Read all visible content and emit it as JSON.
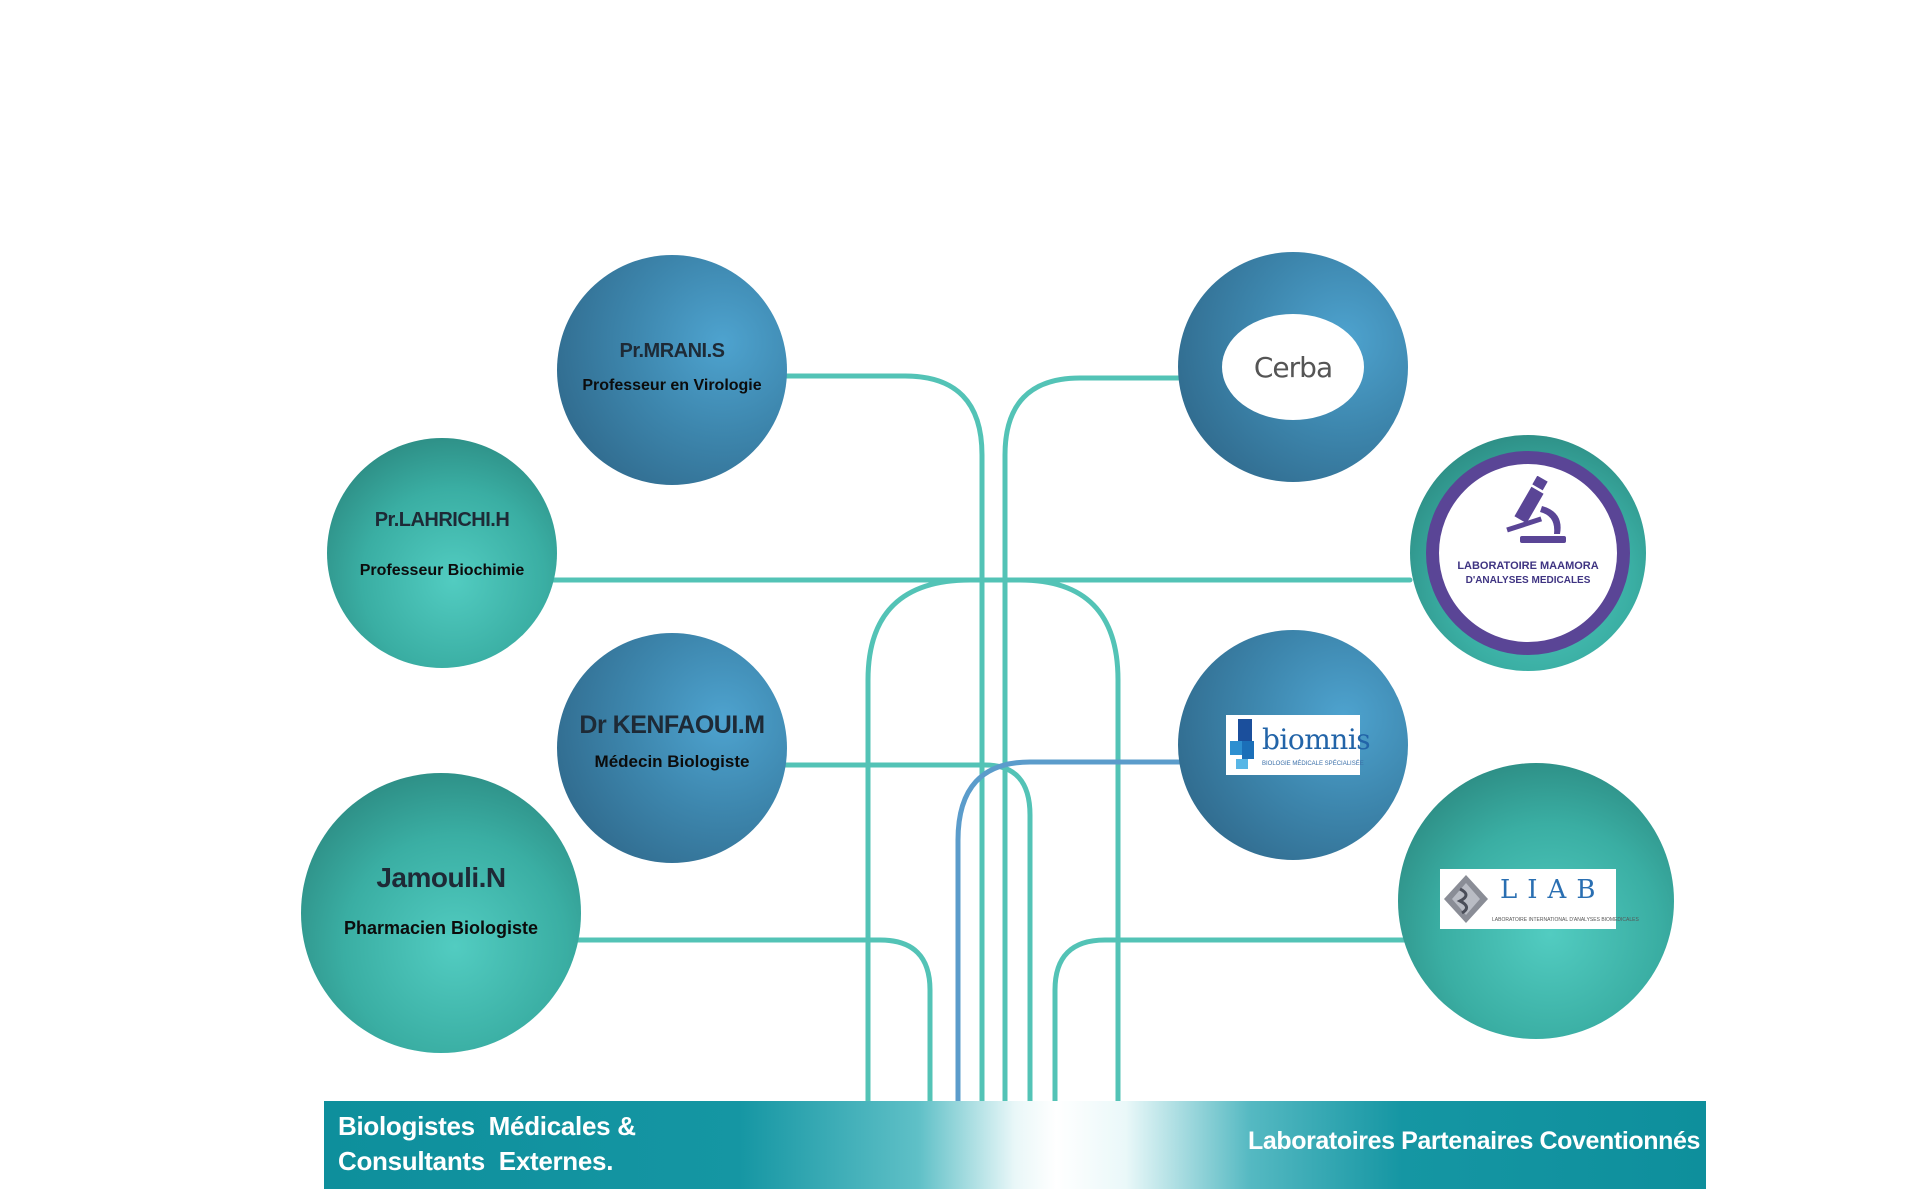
{
  "people": [
    {
      "name": "Pr.MRANI.S",
      "role": "Professeur en Virologie"
    },
    {
      "name": "Pr.LAHRICHI.H",
      "role": "Professeur Biochimie"
    },
    {
      "name": "Dr KENFAOUI.M",
      "role": "Médecin Biologiste"
    },
    {
      "name": "Jamouli.N",
      "role": "Pharmacien Biologiste"
    }
  ],
  "labs": [
    {
      "logo_text": "Cerba",
      "icon": "cerba-logo"
    },
    {
      "logo_line1": "LABORATOIRE MAAMORA",
      "logo_line2": "D'ANALYSES MEDICALES",
      "icon": "microscope-icon"
    },
    {
      "logo_text": "biomnis",
      "logo_sub": "BIOLOGIE MÉDICALE SPÉCIALISÉE",
      "icon": "biomnis-logo"
    },
    {
      "logo_text": "LIAB",
      "logo_sub": "LABORATOIRE INTERNATIONAL D'ANALYSES BIOMEDICALES",
      "icon": "liab-logo"
    }
  ],
  "banner": {
    "left_line1": "Biologistes  Médicales &",
    "left_line2": "Consultants  Externes.",
    "right": "Laboratoires Partenaires Coventionnés"
  },
  "colors": {
    "line_teal": "#53c3b6",
    "line_blue": "#5b9ccb",
    "bubble_blue": "#3d86ad",
    "bubble_teal": "#3aaea3",
    "banner": "#0e8f9c",
    "maamora_purple": "#5a4596"
  }
}
